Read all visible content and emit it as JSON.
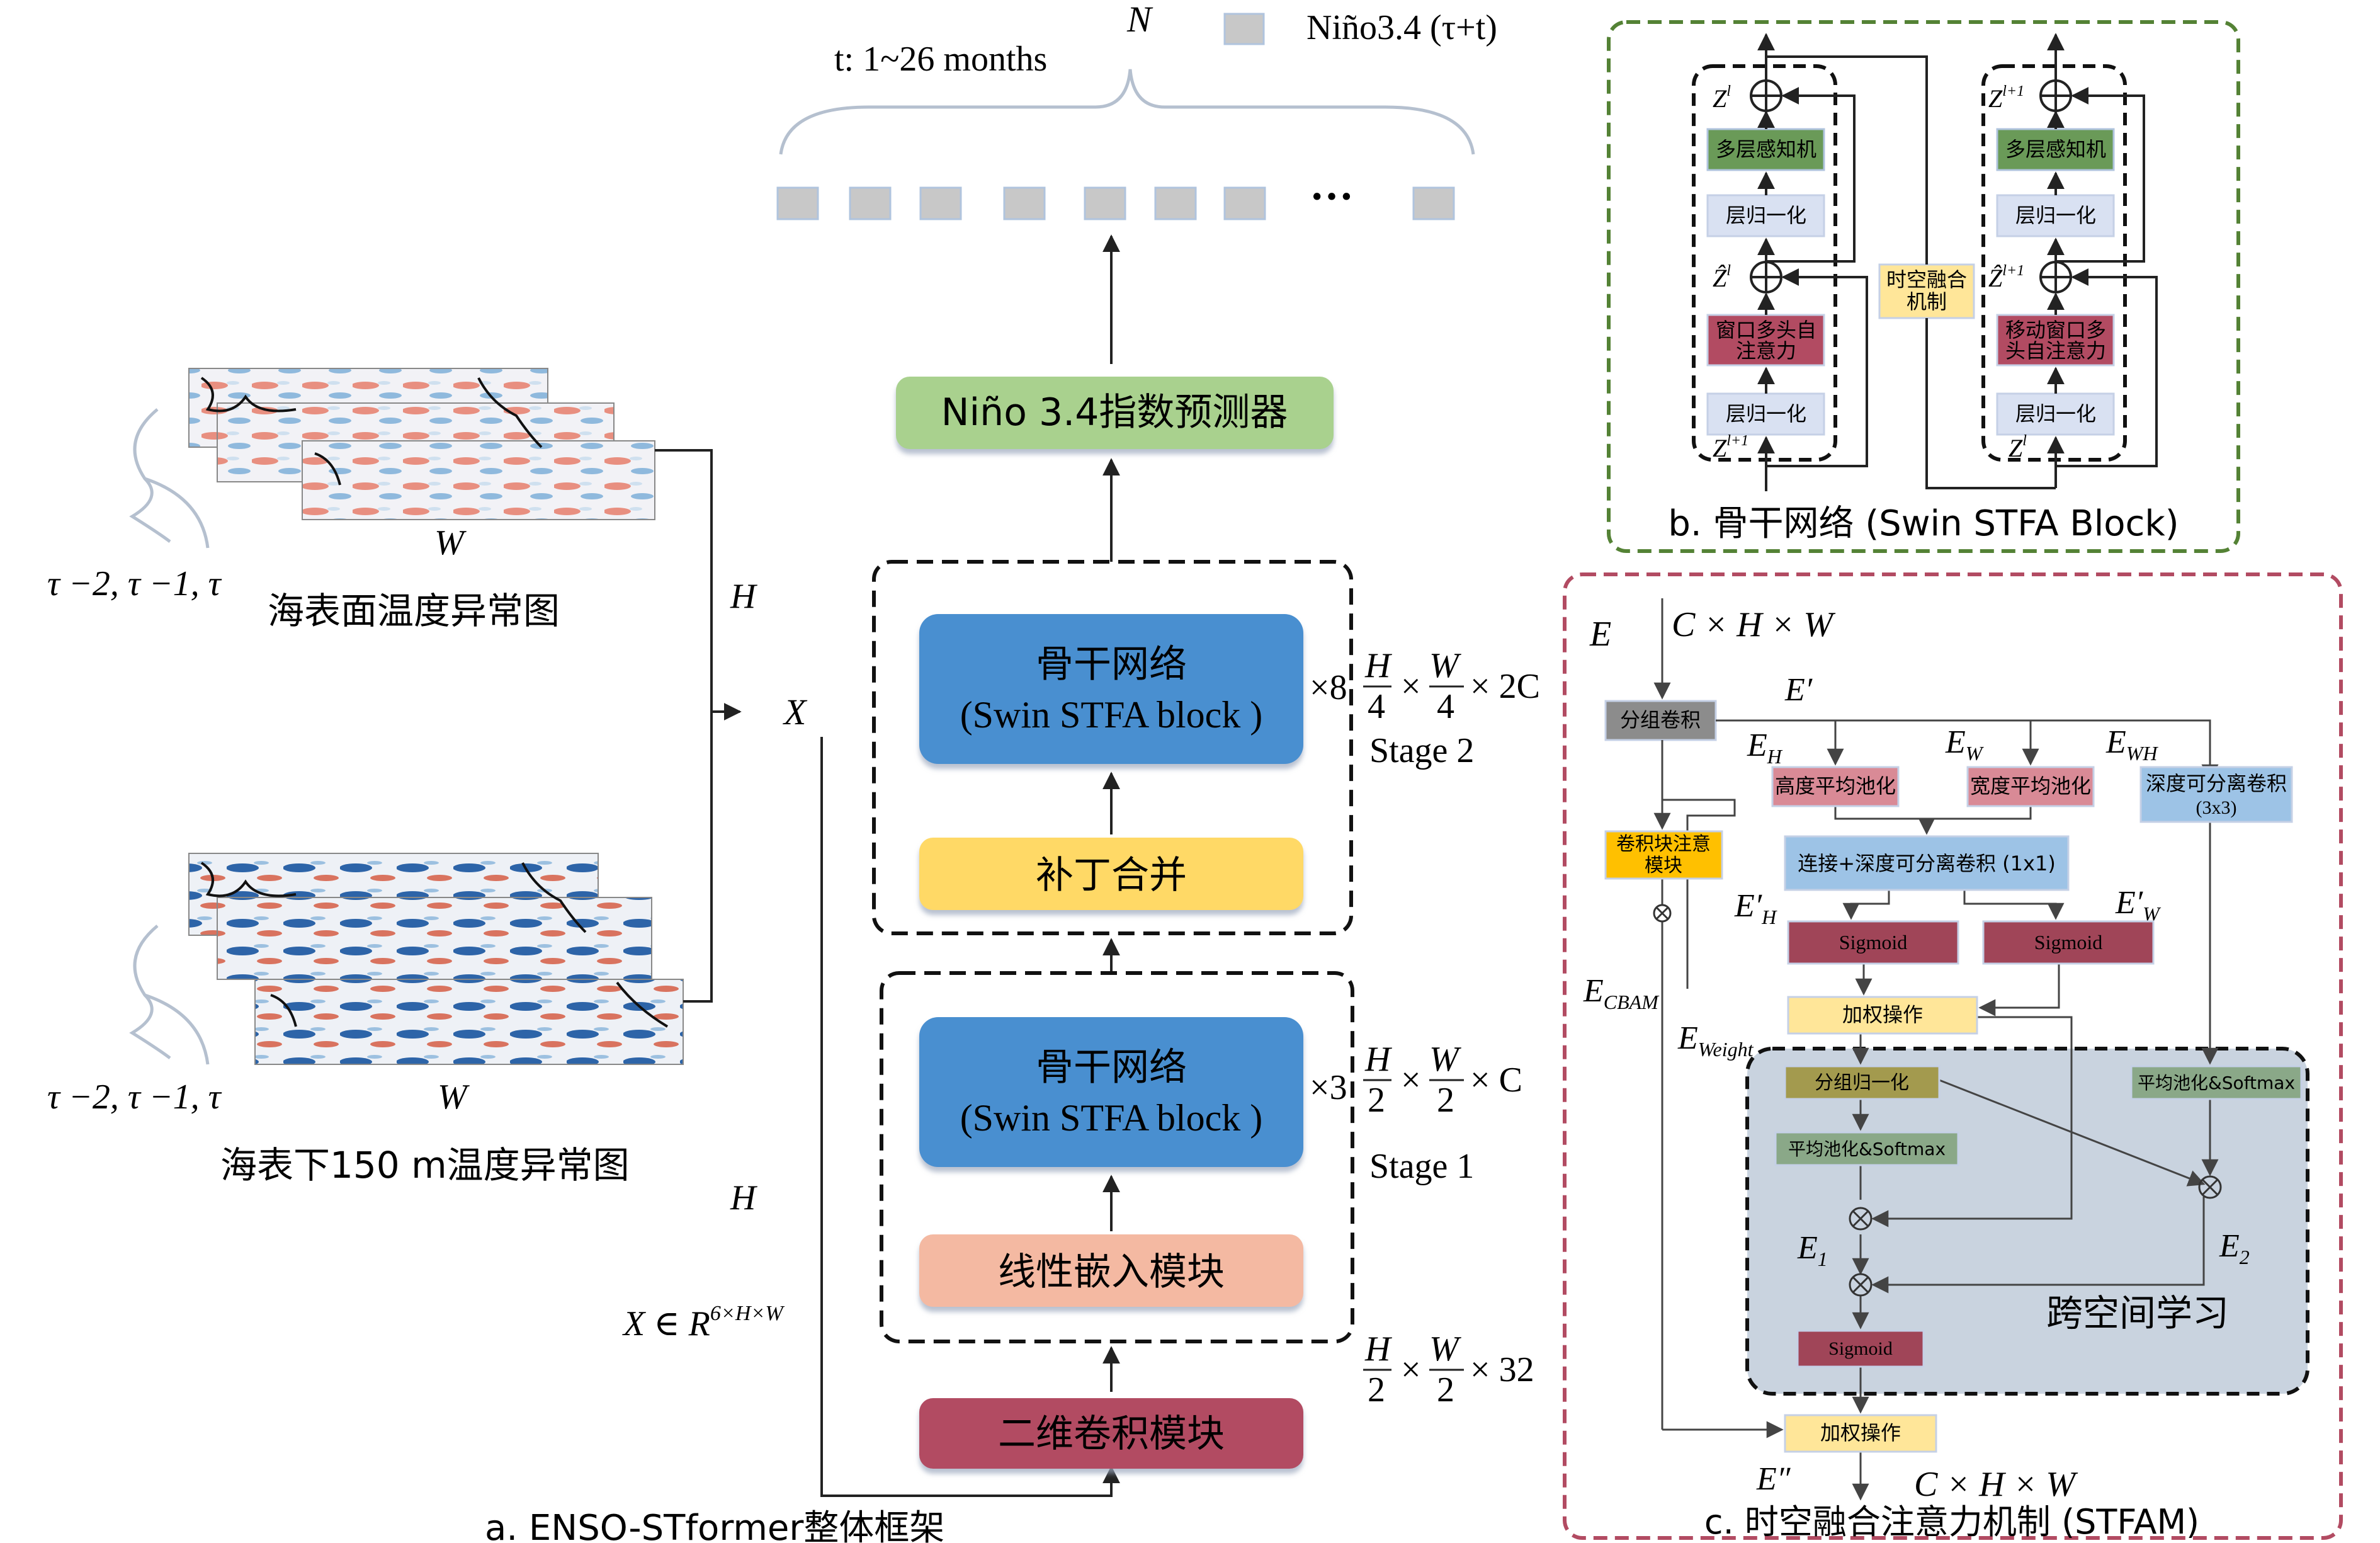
{
  "top": {
    "n_label": "N",
    "legend_label": "Niño3.4 (τ+t)",
    "months_label": "t: 1~26 months",
    "ellipsis": "···"
  },
  "inputs": {
    "sst": {
      "time_steps": "τ −2, τ −1, τ",
      "w_label": "W",
      "h_label": "H",
      "caption": "海表面温度异常图"
    },
    "sub150": {
      "time_steps": "τ −2, τ −1, τ",
      "w_label": "W",
      "h_label": "H",
      "caption": "海表下150 m温度异常图"
    },
    "x_label": "X",
    "x_domain": "X ∈ R",
    "x_domain_sup": "6×H×W"
  },
  "main": {
    "predictor": "Niño 3.4指数预测器",
    "stage2": {
      "backbone_line1": "骨干网络",
      "backbone_line2": "(Swin STFA block  )",
      "multiplier": "×8",
      "patch_merge": "补丁合并",
      "stage_label": "Stage 2",
      "dim_tail": "× 2C"
    },
    "stage1": {
      "backbone_line1": "骨干网络",
      "backbone_line2": "(Swin STFA block  )",
      "multiplier": "×3",
      "linear_embed": "线性嵌入模块",
      "stage_label": "Stage 1",
      "dim_tail": "× C"
    },
    "conv2d": "二维卷积模块",
    "conv_dim_tail": "× 32",
    "frac_h": "H",
    "frac_w": "W",
    "den_4": "4",
    "den_2": "2",
    "times": "×",
    "caption": "a. ENSO-STformer整体框架"
  },
  "panel_b": {
    "caption": "b. 骨干网络 (Swin STFA Block)",
    "left": {
      "mlp": "多层感知机",
      "norm_top": "层归一化",
      "attn_line1": "窗口多头自",
      "attn_line2": "注意力",
      "norm_bottom": "层归一化",
      "z_top": "Z",
      "z_top_sup": "l",
      "z_hat": "Ẑ",
      "z_hat_sup": "l",
      "z_in": "Z",
      "z_in_sup": "l+1"
    },
    "right": {
      "mlp": "多层感知机",
      "norm_top": "层归一化",
      "attn_line1": "移动窗口多",
      "attn_line2": "头自注意力",
      "norm_bottom": "层归一化",
      "z_top": "Z",
      "z_top_sup": "l+1",
      "z_hat": "Ẑ",
      "z_hat_sup": "l+1",
      "z_in": "Z",
      "z_in_sup": "l"
    },
    "fusion_line1": "时空融合",
    "fusion_line2": "机制"
  },
  "panel_c": {
    "caption": "c. 时空融合注意力机制 (STFAM)",
    "e_label": "E",
    "input_dims": "C × H × W",
    "output_dims": "C × H × W",
    "group_conv": "分组卷积",
    "e_prime": "E′",
    "e_h": "E",
    "e_h_sub": "H",
    "e_w": "E",
    "e_w_sub": "W",
    "e_wh": "E",
    "e_wh_sub": "WH",
    "height_pool": "高度平均池化",
    "width_pool": "宽度平均池化",
    "dw_conv_line1": "深度可分离卷积",
    "dw_conv_line2": "(3x3)",
    "cbam_line1": "卷积块注意",
    "cbam_line2": "模块",
    "concat": "连接+深度可分离卷积 (1x1)",
    "e_h_prime": "E′",
    "e_h_prime_sub": "H",
    "e_w_prime": "E′",
    "e_w_prime_sub": "W",
    "sigmoid_left": "Sigmoid",
    "sigmoid_right": "Sigmoid",
    "e_cbam": "E",
    "e_cbam_sub": "CBAM",
    "weight_op_top": "加权操作",
    "e_weight": "E",
    "e_weight_sub": "Weight",
    "group_norm": "分组归一化",
    "pool_softmax_right": "平均池化&Softmax",
    "pool_softmax_left": "平均池化&Softmax",
    "e1": "E",
    "e1_sub": "1",
    "e2": "E",
    "e2_sub": "2",
    "cross_space": "跨空间学习",
    "sigmoid_bottom": "Sigmoid",
    "weight_op_bottom": "加权操作",
    "e_double_prime": "E″",
    "otimes": "⊗"
  },
  "colors": {
    "predictor": "#a9d18e",
    "backbone": "#4a8fd0",
    "patch_merge": "#ffd966",
    "linear_embed": "#f4b9a2",
    "conv2d": "#b24b62",
    "panel_b_border": "#548235",
    "panel_c_border": "#b24b62",
    "mlp": "#6a9a58",
    "norm": "#d9e1f2",
    "attn": "#b24b62",
    "fusion": "#ffe699",
    "pool_box": "#d98a96",
    "dw_box": "#9dc3e6",
    "concat_box": "#9dc3e6",
    "sigmoid_box": "#a04558",
    "cbam_box": "#ffc000",
    "weight_box": "#ffe699",
    "gn_box": "#a39a4e",
    "softmax_box": "#8aa888",
    "cross_bg": "#c9d3df",
    "seq_box": "#c8c8c8"
  }
}
